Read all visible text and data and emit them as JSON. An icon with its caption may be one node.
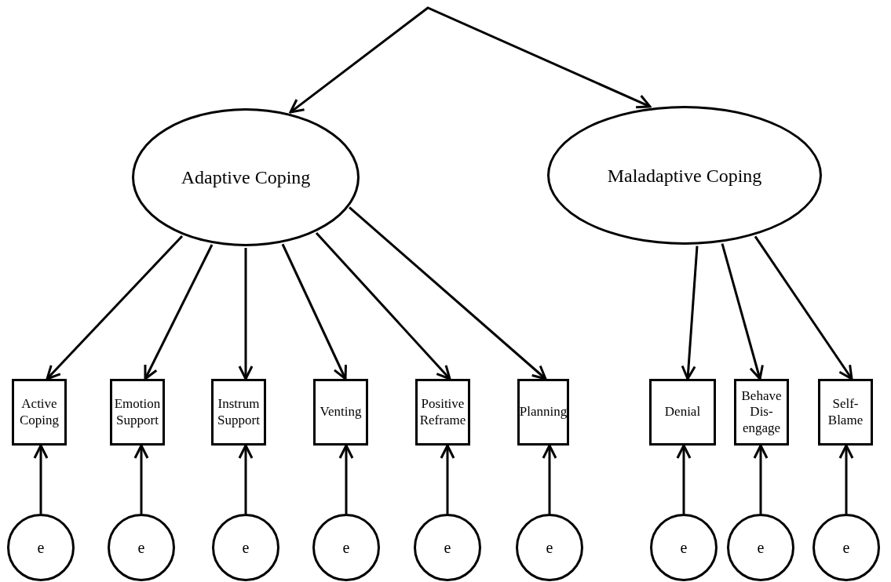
{
  "diagram": {
    "nodes": [
      {
        "text": [
          "Adaptive Coping"
        ]
      },
      {
        "text": [
          "Maladaptive Coping"
        ]
      },
      {
        "text": [
          "Active Coping"
        ]
      },
      {
        "text": [
          "Emotion Support"
        ]
      },
      {
        "text": [
          "Instrum Support"
        ]
      },
      {
        "text": [
          "Venting"
        ]
      },
      {
        "text": [
          "Positive Reframe"
        ]
      },
      {
        "text": [
          "Planning"
        ]
      },
      {
        "text": [
          "Denial"
        ]
      },
      {
        "text": [
          "Behave Dis-engage"
        ]
      },
      {
        "text": [
          "Self-Blame"
        ]
      },
      {
        "text": [
          "e"
        ]
      },
      {
        "text": [
          "e"
        ]
      },
      {
        "text": [
          "e"
        ]
      },
      {
        "text": [
          "e"
        ]
      },
      {
        "text": [
          "e"
        ]
      },
      {
        "text": [
          "e"
        ]
      },
      {
        "text": [
          "e"
        ]
      },
      {
        "text": [
          "e"
        ]
      },
      {
        "text": [
          "e"
        ]
      }
    ],
    "edges": [
      {
        "from": 0,
        "to": 1,
        "arrow": "both"
      },
      {
        "from": 0,
        "to": 2,
        "arrow": "to"
      },
      {
        "from": 0,
        "to": 3,
        "arrow": "to"
      },
      {
        "from": 0,
        "to": 4,
        "arrow": "to"
      },
      {
        "from": 0,
        "to": 5,
        "arrow": "to"
      },
      {
        "from": 0,
        "to": 6,
        "arrow": "to"
      },
      {
        "from": 0,
        "to": 7,
        "arrow": "to"
      },
      {
        "from": 1,
        "to": 8,
        "arrow": "to"
      },
      {
        "from": 1,
        "to": 9,
        "arrow": "to"
      },
      {
        "from": 1,
        "to": 10,
        "arrow": "to"
      },
      {
        "from": 11,
        "to": 2,
        "arrow": "to"
      },
      {
        "from": 12,
        "to": 3,
        "arrow": "to"
      },
      {
        "from": 13,
        "to": 4,
        "arrow": "to"
      },
      {
        "from": 14,
        "to": 5,
        "arrow": "to"
      },
      {
        "from": 15,
        "to": 6,
        "arrow": "to"
      },
      {
        "from": 16,
        "to": 7,
        "arrow": "to"
      },
      {
        "from": 17,
        "to": 8,
        "arrow": "to"
      },
      {
        "from": 18,
        "to": 9,
        "arrow": "to"
      },
      {
        "from": 19,
        "to": 10,
        "arrow": "to"
      }
    ]
  }
}
